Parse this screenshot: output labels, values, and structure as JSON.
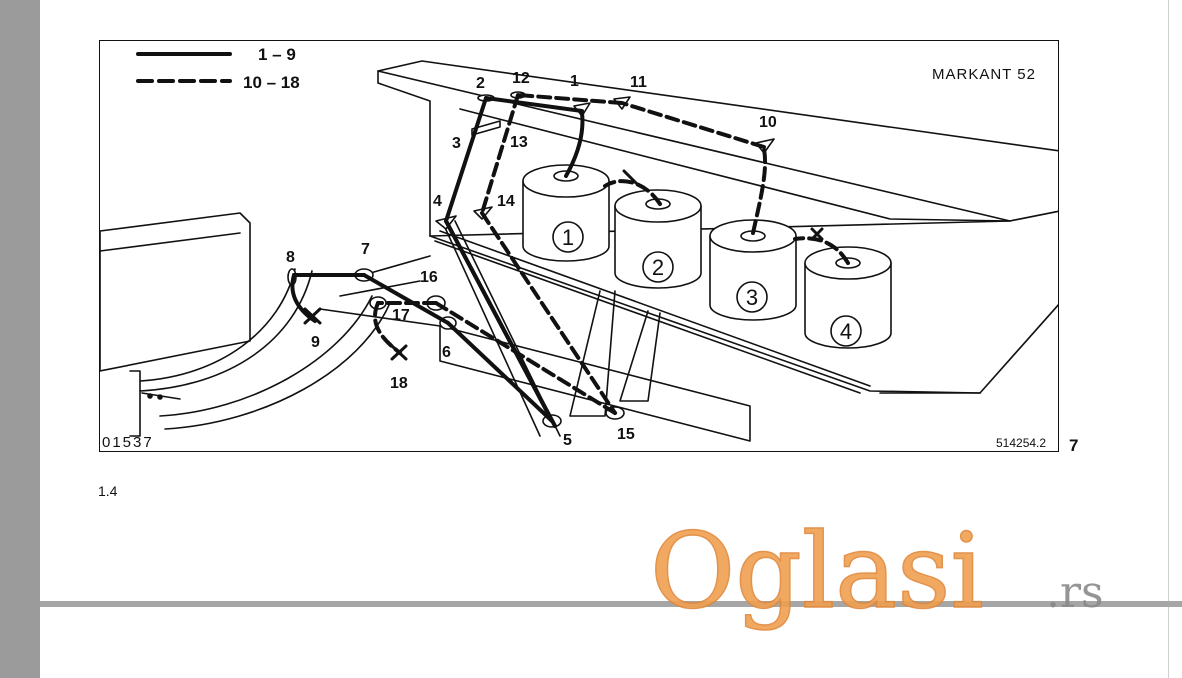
{
  "legend": {
    "solid_range": "1 – 9",
    "dashed_range": "10 – 18"
  },
  "model_label": "MARKANT 52",
  "callouts": {
    "c1": "1",
    "c2": "2",
    "c3": "3",
    "c4": "4",
    "c5": "5",
    "c6": "6",
    "c7": "7",
    "c8": "8",
    "c9": "9",
    "c10": "10",
    "c11": "11",
    "c12": "12",
    "c13": "13",
    "c14": "14",
    "c15": "15",
    "c16": "16",
    "c17": "17",
    "c18": "18"
  },
  "spools": {
    "s1": "1",
    "s2": "2",
    "s3": "3",
    "s4": "4"
  },
  "drawing_code_left": "01537",
  "drawing_code_right": "514254.2",
  "figure_number": "7",
  "page_number": "1.4",
  "watermark": {
    "brand": "Oglasi",
    "tld": ".rs",
    "brand_color": "#f0a050",
    "tld_color": "#8a8a8a"
  }
}
